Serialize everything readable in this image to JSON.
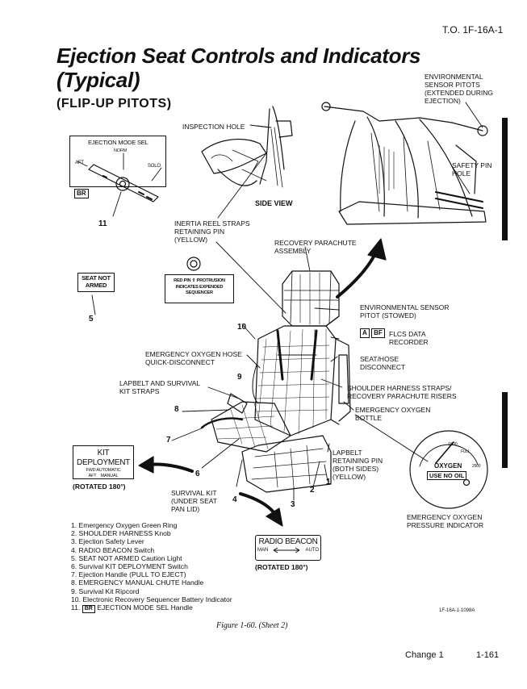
{
  "header": {
    "doc_id": "T.O. 1F-16A-1"
  },
  "title": {
    "line1": "Ejection Seat Controls and Indicators",
    "line2": "(Typical)"
  },
  "subtitle": "(FLIP-UP PITOTS)",
  "callouts": {
    "env_sensor_pitots": "ENVIRONMENTAL\nSENSOR PITOTS\n(EXTENDED DURING\nEJECTION)",
    "inspection_hole": "INSPECTION HOLE",
    "safety_pin_hole": "SAFETY PIN\nHOLE",
    "side_view": "SIDE VIEW",
    "inertia_reel": "INERTIA REEL STRAPS\nRETAINING PIN\n(YELLOW)",
    "recovery_parachute": "RECOVERY PARACHUTE\nASSEMBLY",
    "env_sensor_pitot_stowed": "ENVIRONMENTAL SENSOR\nPITOT (STOWED)",
    "flcs_recorder_tag_a": "A",
    "flcs_recorder_tag_bf": "BF",
    "flcs_recorder": "FLCS DATA\nRECORDER",
    "emergency_o2_hose": "EMERGENCY OXYGEN HOSE\nQUICK-DISCONNECT",
    "seat_hose": "SEAT/HOSE\nDISCONNECT",
    "lapbelt_survival": "LAPBELT AND SURVIVAL\nKIT STRAPS",
    "shoulder_harness": "SHOULDER HARNESS STRAPS/\nRECOVERY PARACHUTE RISERS",
    "emergency_o2_bottle": "EMERGENCY OXYGEN\nBOTTLE",
    "lapbelt_pin": "LAPBELT\nRETAINING PIN\n(BOTH SIDES)\n(YELLOW)",
    "survival_kit": "SURVIVAL KIT\n(UNDER SEAT\nPAN LID)",
    "rotated_left": "(ROTATED 180°)",
    "rotated_right": "(ROTATED 180°)",
    "o2_gauge_label": "EMERGENCY OXYGEN\nPRESSURE INDICATOR"
  },
  "ejection_mode": {
    "title": "EJECTION MODE SEL",
    "norm": "NORM",
    "aft": "AFT",
    "solo": "SOLO",
    "tag": "BR",
    "number": "11"
  },
  "seat_not_armed": {
    "text": "SEAT NOT\nARMED",
    "number": "5"
  },
  "sequencer_placard": {
    "text": "RED PIN ⇧ PROTRUSION\nINDICATES EXPENDED\nSEQUENCER",
    "number": "10"
  },
  "kit_deployment": {
    "title": "KIT DEPLOYMENT",
    "fwd": "FWD AUTOMATIC",
    "aft": "AFT    MANUAL",
    "number": "6"
  },
  "radio_beacon": {
    "title": "RADIO BEACON",
    "man": "MAN",
    "auto": "AUTO",
    "number": "4"
  },
  "o2_gauge": {
    "t1800": "1800",
    "full": "FULL",
    "t2500": "2500",
    "oxygen": "OXYGEN",
    "use_no_oil": "USE NO OIL"
  },
  "seat_numbers": {
    "n1": "1",
    "n2": "2",
    "n3": "3",
    "n7": "7",
    "n8": "8",
    "n9": "9"
  },
  "legend": [
    "1.  Emergency Oxygen Green Ring",
    "2.  SHOULDER HARNESS Knob",
    "3.  Ejection Safety Lever",
    "4.  RADIO BEACON Switch",
    "5.  SEAT NOT ARMED Caution Light",
    "6.  Survival KIT DEPLOYMENT Switch",
    "7.  Ejection Handle (PULL TO EJECT)",
    "8.  EMERGENCY MANUAL CHUTE Handle",
    "9.  Survival Kit Ripcord",
    "10.  Electronic Recovery Sequencer Battery Indicator",
    "11."
  ],
  "legend_11": {
    "tag": "BR",
    "text": "EJECTION MODE SEL Handle"
  },
  "figure_id": "1F-16A-1-1098A",
  "caption": "Figure 1-60.  (Sheet 2)",
  "footer": {
    "change": "Change 1",
    "page": "1-161"
  }
}
